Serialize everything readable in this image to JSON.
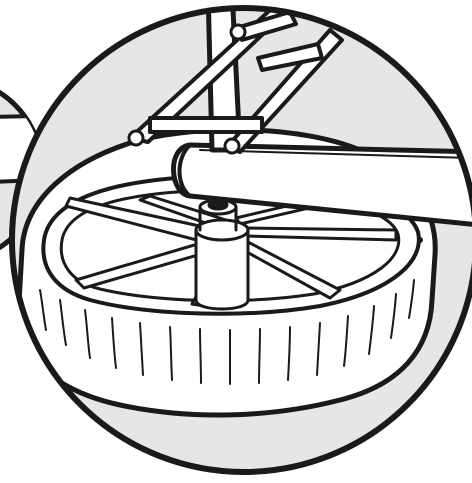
{
  "figure": {
    "description_free": true,
    "colors": {
      "line": "#1a1a1a",
      "background_fill": "#e6e6e6",
      "part_fill": "#ffffff",
      "page": "#ffffff"
    },
    "parts": {
      "magnified_view": "detail-circle",
      "partial_view": "side-circle",
      "wheel": "caster-wheel",
      "frame": "tubular-frame"
    }
  }
}
